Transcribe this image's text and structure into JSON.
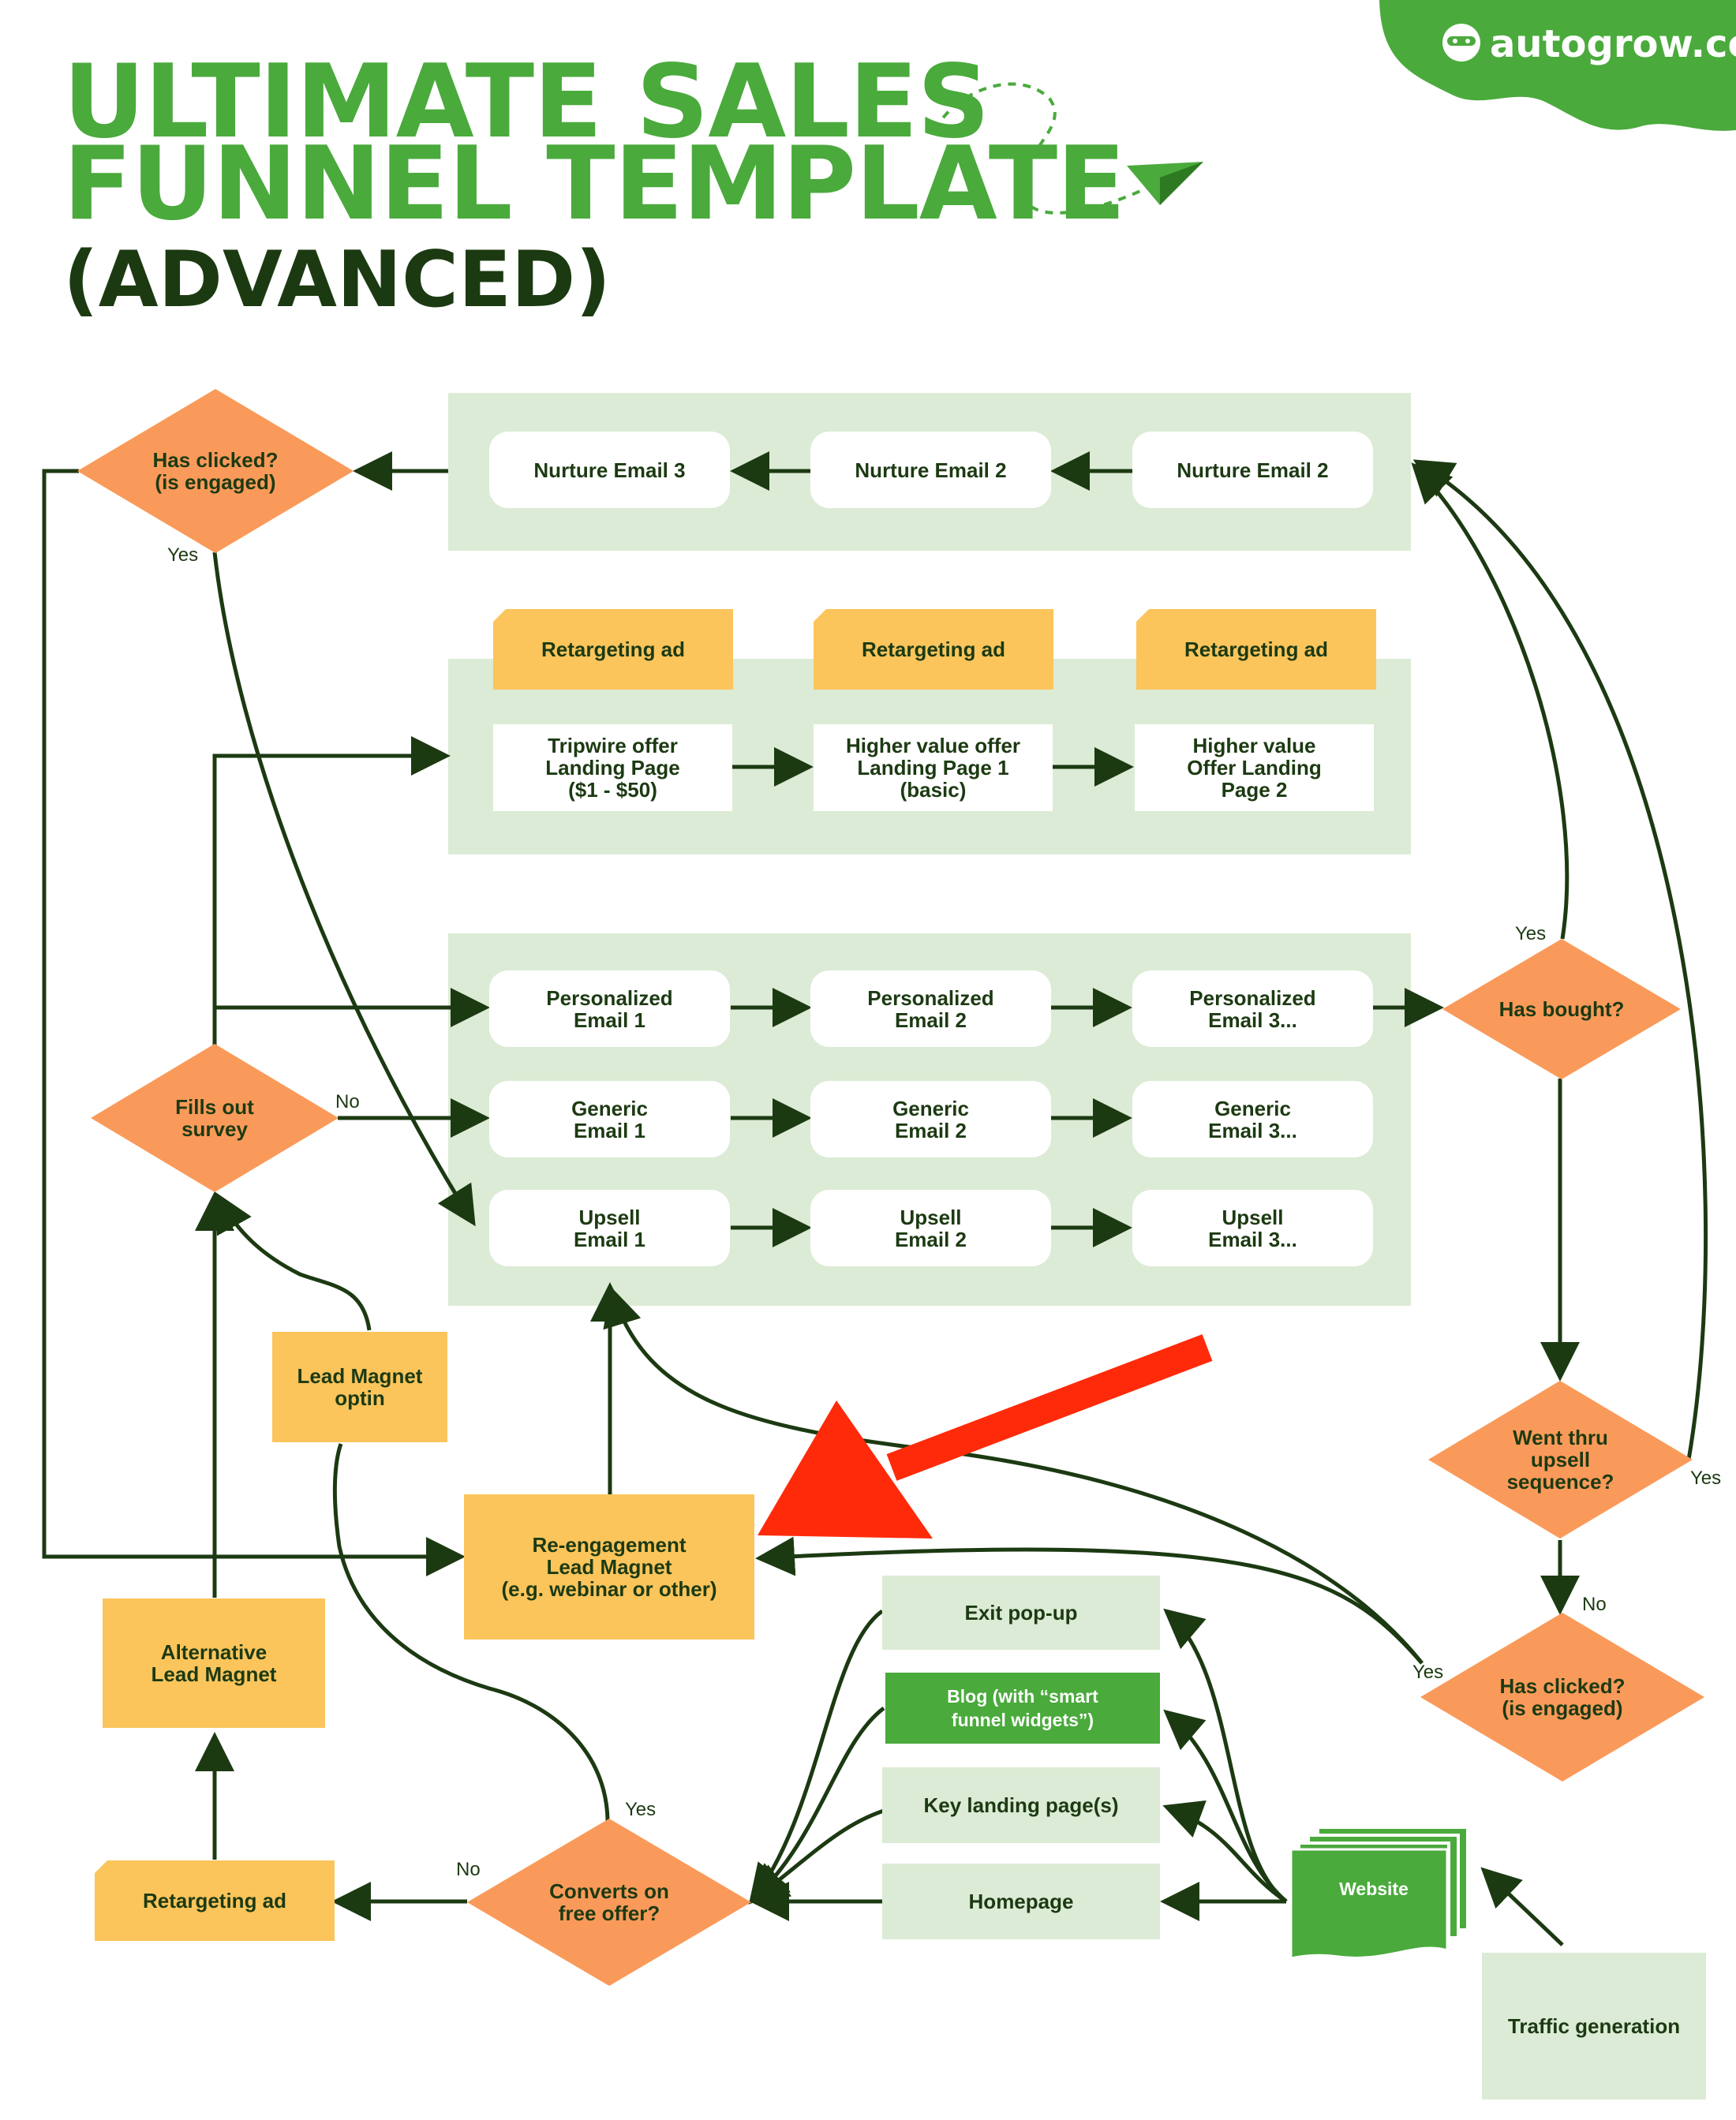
{
  "brand": {
    "name": "autogrow.co"
  },
  "title": {
    "line1": "ULTIMATE SALES",
    "line2": "FUNNEL TEMPLATE",
    "line3": "(ADVANCED)"
  },
  "colors": {
    "green": "#4aaa3c",
    "dark": "#1c3a12",
    "orange": "#fa9a5a",
    "yellow": "#fbc55c",
    "panel": "#dcebd5",
    "red": "#ff2a0a"
  },
  "nurture": [
    "Nurture Email 3",
    "Nurture Email 2",
    "Nurture Email 2"
  ],
  "retargeting": {
    "ads": [
      "Retargeting ad",
      "Retargeting ad",
      "Retargeting ad"
    ],
    "pages": [
      "Tripwire offer\nLanding Page\n($1 - $50)",
      "Higher value offer\nLanding Page 1\n(basic)",
      "Higher value\nOffer Landing\nPage 2"
    ]
  },
  "emails": {
    "personalized": [
      "Personalized\nEmail 1",
      "Personalized\nEmail 2",
      "Personalized\nEmail 3..."
    ],
    "generic": [
      "Generic\nEmail 1",
      "Generic\nEmail 2",
      "Generic\nEmail 3..."
    ],
    "upsell": [
      "Upsell\nEmail 1",
      "Upsell\nEmail 2",
      "Upsell\nEmail 3..."
    ]
  },
  "decisions": {
    "has_clicked_top": "Has clicked?\n(is engaged)",
    "fills_survey": "Fills out\nsurvey",
    "has_bought": "Has bought?",
    "went_thru": "Went thru\nupsell\nsequence?",
    "has_clicked_bottom": "Has clicked?\n(is engaged)",
    "converts": "Converts on\nfree offer?"
  },
  "boxes": {
    "lead_magnet_optin": "Lead Magnet\noptin",
    "reengagement": "Re-engagement\nLead Magnet\n(e.g. webinar or other)",
    "alt_lead_magnet": "Alternative\nLead Magnet",
    "retargeting_ad_bottom": "Retargeting ad"
  },
  "entry": {
    "exit_popup": "Exit pop-up",
    "blog": "Blog (with “smart\nfunnel widgets”)",
    "key_landing": "Key landing page(s)",
    "homepage": "Homepage",
    "website": "Website",
    "traffic": "Traffic generation"
  },
  "labels": {
    "yes": "Yes",
    "no": "No"
  }
}
